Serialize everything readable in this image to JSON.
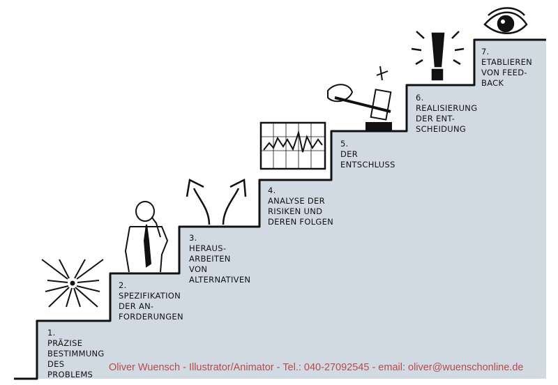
{
  "steps": [
    {
      "number": "1.",
      "text": "PRÄZISE\nBESTIMMUNG\nDES\nPROBLEMS",
      "icon": "converging-arrows-icon"
    },
    {
      "number": "2.",
      "text": "SPEZIFIKATION\nDER AN-\nFORDERUNGEN",
      "icon": "thinking-man-icon"
    },
    {
      "number": "3.",
      "text": "HERAUS-\nARBEITEN\nVON\nALTERNATIVEN",
      "icon": "forking-arrows-icon"
    },
    {
      "number": "4.",
      "text": "ANALYSE DER\nRISIKEN UND\nDEREN FOLGEN",
      "icon": "line-chart-icon"
    },
    {
      "number": "5.",
      "text": "DER\nENTSCHLUSS",
      "icon": "gavel-icon"
    },
    {
      "number": "6.",
      "text": "REALISIERUNG\nDER ENT-\nSCHEIDUNG",
      "icon": "exclamation-icon"
    },
    {
      "number": "7.",
      "text": "ETABLIEREN\nVON FEED-\nBACK",
      "icon": "eye-icon"
    }
  ],
  "footer": "Oliver Wuensch - Illustrator/Animator - Tel.: 040-27092545 - email: oliver@wuenschonline.de",
  "colors": {
    "stairs_fill": "#d1d9e2",
    "footer_text": "#b84a4a",
    "outline": "#111111"
  }
}
